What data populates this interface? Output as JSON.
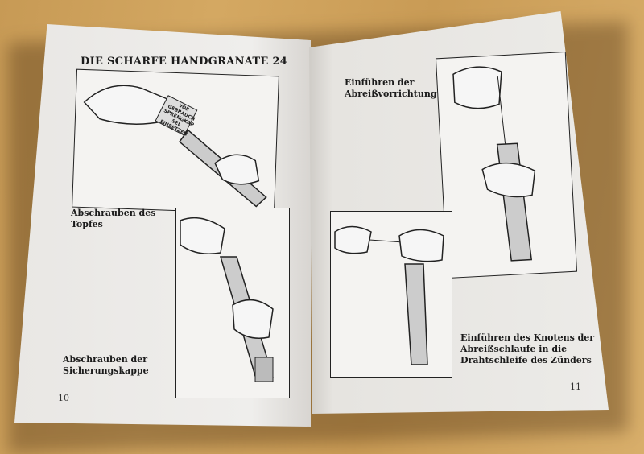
{
  "left_page": {
    "title": "DIE SCHARFE HANDGRANATE 24",
    "caption_1": "Abschrauben des Topfes",
    "caption_2": "Abschrauben der Sicherungskappe",
    "page_number": "10"
  },
  "right_page": {
    "caption_1": "Einführen der Abreißvorrichtung",
    "caption_2": "Einführen des Knotens der Abreißschlaufe in die Drahtschleife des Zünders",
    "page_number": "11"
  },
  "illustration_label": "VOR GEBRAUCH SPRENGKAPSEL EINSETZEN"
}
